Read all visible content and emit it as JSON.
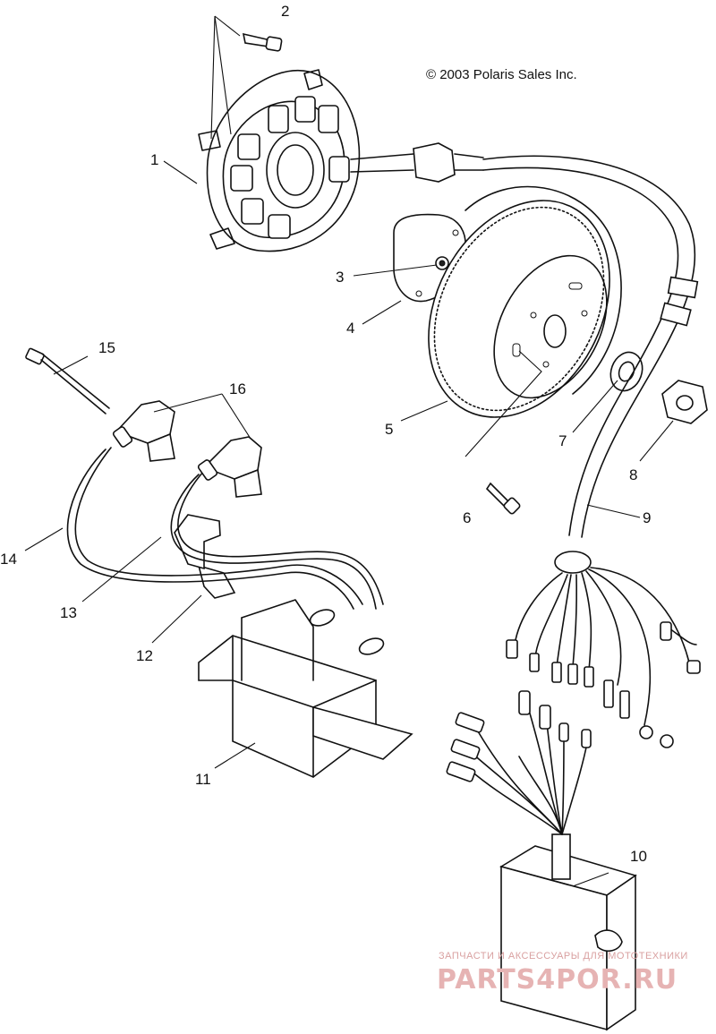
{
  "copyright": "© 2003 Polaris Sales Inc.",
  "callouts": [
    "1",
    "2",
    "3",
    "4",
    "5",
    "6",
    "7",
    "8",
    "9",
    "10",
    "11",
    "12",
    "13",
    "14",
    "15",
    "16"
  ],
  "watermark": {
    "tagline": "ЗАПЧАСТИ И АКСЕССУАРЫ ДЛЯ МОТОТЕХНИКИ",
    "logo": "PARTS4POR.RU"
  }
}
